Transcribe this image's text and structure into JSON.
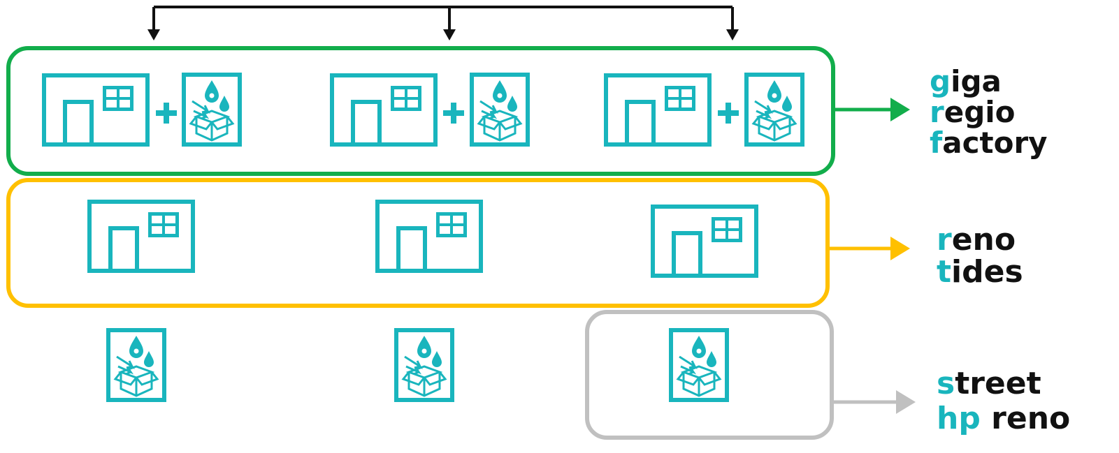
{
  "colors": {
    "teal": "#19b5bd",
    "green": "#12ad4b",
    "yellow": "#ffc000",
    "gray": "#c0c0c0",
    "black": "#111111"
  },
  "icons": {
    "building": "building-icon",
    "retrofit_kit": "retrofit-kit-icon",
    "plus": "plus-icon"
  },
  "groups": [
    {
      "name": "giga-regio-factory",
      "border_color": "#12ad4b",
      "content": "building + retrofit kit"
    },
    {
      "name": "reno-tides",
      "border_color": "#ffc000",
      "content": "building"
    },
    {
      "name": "street-hp-reno",
      "border_color": "#c0c0c0",
      "content": "retrofit kit"
    }
  ],
  "labels": {
    "giga_regio_factory": {
      "line1": {
        "accent": "g",
        "rest": "iga"
      },
      "line2": {
        "accent": "r",
        "rest": "egio"
      },
      "line3": {
        "accent": "f",
        "rest": "actory"
      }
    },
    "reno_tides": {
      "line1": {
        "accent": "r",
        "rest": "eno"
      },
      "line2": {
        "accent": "t",
        "rest": "ides"
      }
    },
    "street_hp_reno": {
      "line1": {
        "accent": "s",
        "rest": "treet"
      },
      "line2": {
        "accent": "hp",
        "rest": " reno"
      }
    }
  }
}
